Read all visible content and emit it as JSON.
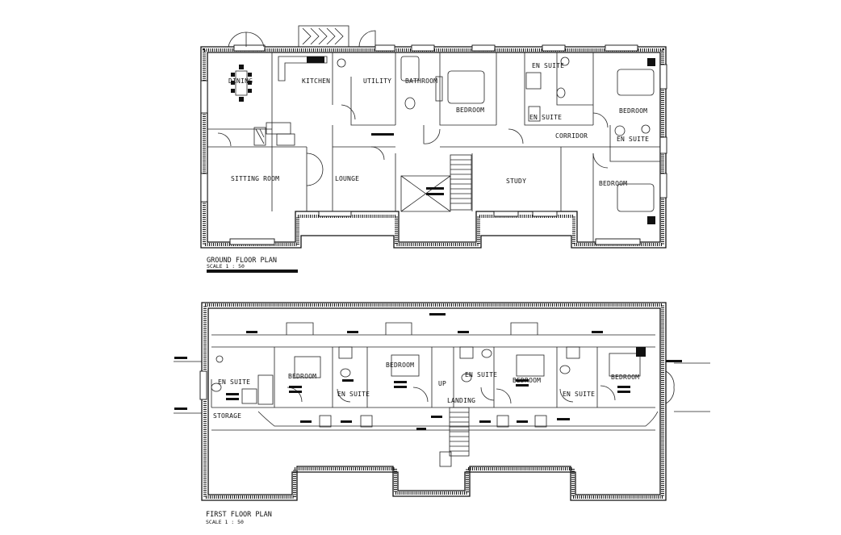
{
  "ground_floor": {
    "title": "GROUND FLOOR PLAN",
    "scale": "SCALE 1 : 50",
    "rooms": {
      "dining": "DINING",
      "kitchen": "KITCHEN",
      "utility": "UTILITY",
      "bathroom": "BATHROOM",
      "en_suite_1": "EN SUITE",
      "bedroom_1": "BEDROOM",
      "en_suite_2": "EN SUITE",
      "bedroom_2": "BEDROOM",
      "corridor": "CORRIDOR",
      "en_suite_3": "EN SUITE",
      "sitting_room": "SITTING ROOM",
      "lounge": "LOUNGE",
      "study": "STUDY",
      "bedroom_3": "BEDROOM"
    }
  },
  "first_floor": {
    "title": "FIRST FLOOR PLAN",
    "scale": "SCALE 1 : 50",
    "rooms": {
      "en_suite_a": "EN SUITE",
      "bedroom_a": "BEDROOM",
      "en_suite_b": "EN SUITE",
      "bedroom_b": "BEDROOM",
      "up": "UP",
      "en_suite_c": "EN SUITE",
      "bedroom_c": "BEDROOM",
      "en_suite_d": "EN SUITE",
      "bedroom_d": "BEDROOM",
      "landing": "LANDING",
      "storage": "STORAGE"
    }
  }
}
